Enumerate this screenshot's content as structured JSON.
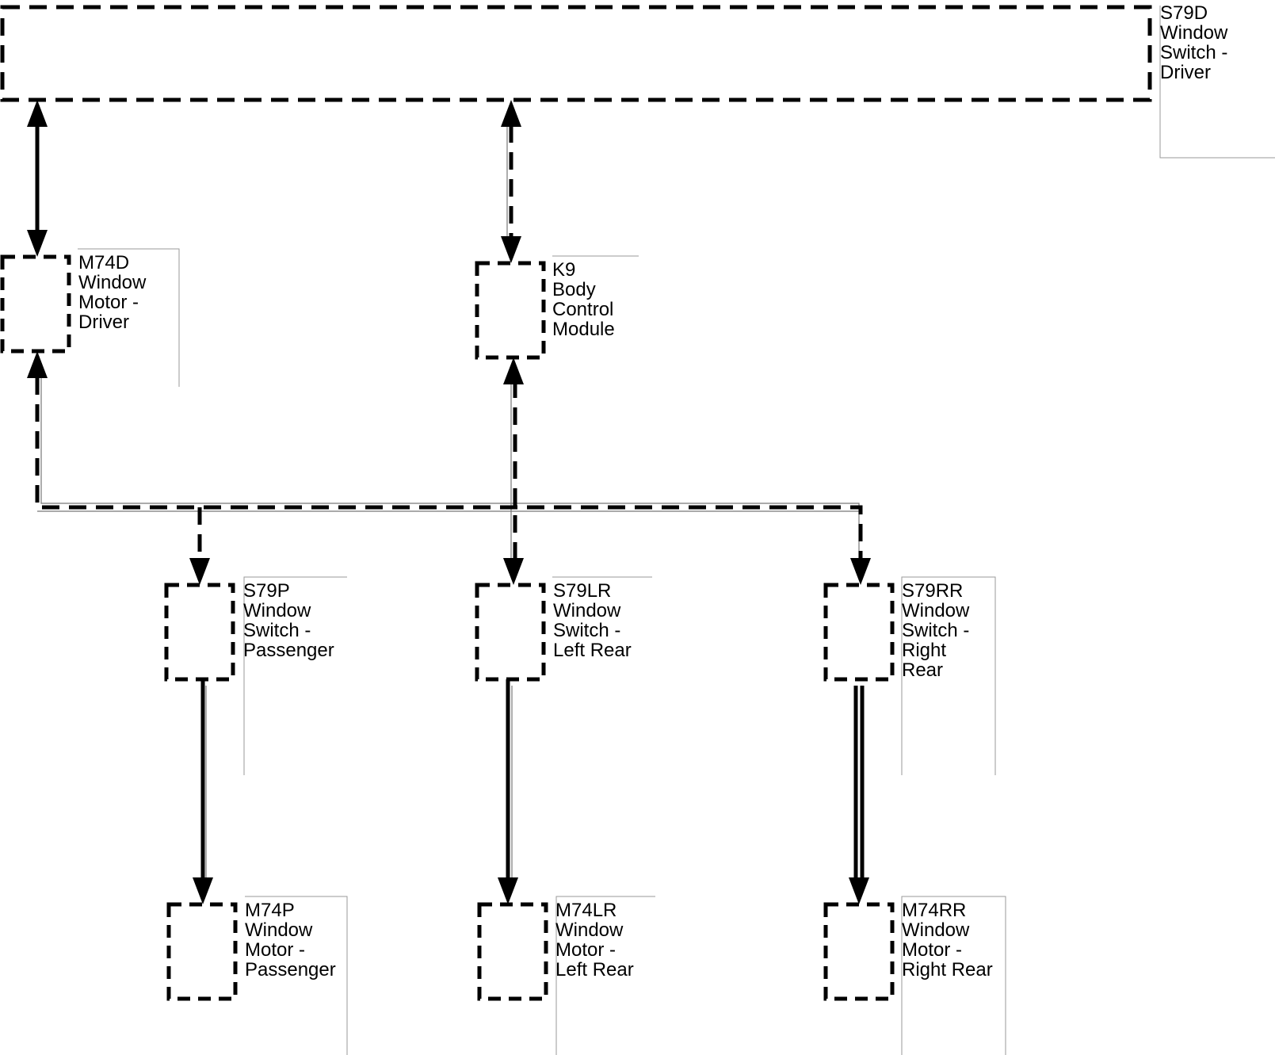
{
  "components": {
    "s79d": {
      "lines": [
        "S79D",
        "Window",
        "Switch -",
        "Driver"
      ]
    },
    "m74d": {
      "lines": [
        "M74D",
        "Window",
        "Motor -",
        "Driver"
      ]
    },
    "k9": {
      "lines": [
        "K9",
        "Body",
        "Control",
        "Module"
      ]
    },
    "s79p": {
      "lines": [
        "S79P",
        "Window",
        "Switch -",
        "Passenger"
      ]
    },
    "s79lr": {
      "lines": [
        "S79LR",
        "Window",
        "Switch -",
        "Left Rear"
      ]
    },
    "s79rr": {
      "lines": [
        "S79RR",
        "Window",
        "Switch -",
        "Right",
        "Rear"
      ]
    },
    "m74p": {
      "lines": [
        "M74P",
        "Window",
        "Motor -",
        "Passenger"
      ]
    },
    "m74lr": {
      "lines": [
        "M74LR",
        "Window",
        "Motor -",
        "Left Rear"
      ]
    },
    "m74rr": {
      "lines": [
        "M74RR",
        "Window",
        "Motor -",
        "Right Rear"
      ]
    }
  }
}
